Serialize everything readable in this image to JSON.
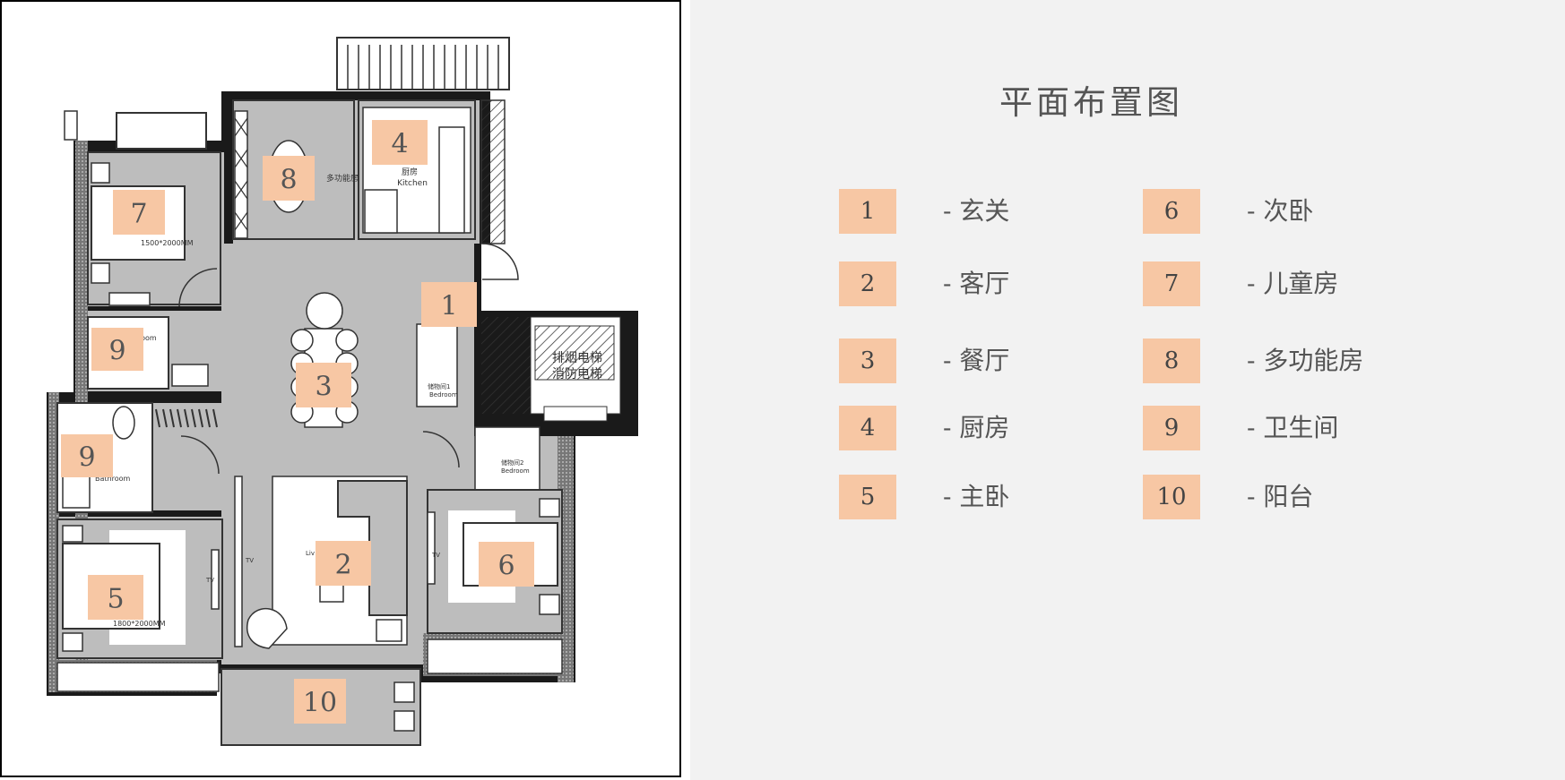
{
  "legend": {
    "title": "平面布置图",
    "items": [
      {
        "num": "1",
        "label": "- 玄关"
      },
      {
        "num": "2",
        "label": "- 客厅"
      },
      {
        "num": "3",
        "label": "- 餐厅"
      },
      {
        "num": "4",
        "label": "- 厨房"
      },
      {
        "num": "5",
        "label": "- 主卧"
      },
      {
        "num": "6",
        "label": "- 次卧"
      },
      {
        "num": "7",
        "label": "- 儿童房"
      },
      {
        "num": "8",
        "label": "- 多功能房"
      },
      {
        "num": "9",
        "label": "- 卫生间"
      },
      {
        "num": "10",
        "label": "- 阳台"
      }
    ]
  },
  "plan": {
    "tags": [
      "1",
      "2",
      "3",
      "4",
      "5",
      "6",
      "7",
      "8",
      "9",
      "9",
      "10"
    ],
    "labels": {
      "kitchen_cn": "厨房",
      "kitchen_en": "Kitchen",
      "bed_size_7": "1500*2000MM",
      "bed_size_5": "1800*2000MM",
      "bathroom": "Bathroom",
      "bedroom1": "储物间1",
      "bedroom1_en": "Bedroom",
      "bedroom2": "储物间2",
      "bedroom2_en": "Bedroom",
      "elevator_1": "排烟电梯",
      "elevator_2": "消防电梯",
      "tv_1": "TV",
      "tv_2": "TV",
      "tv_3": "TV",
      "living": "Liv",
      "multi": "多功能房",
      "bed7_partial": "m",
      "bath9_partial": "room"
    }
  }
}
